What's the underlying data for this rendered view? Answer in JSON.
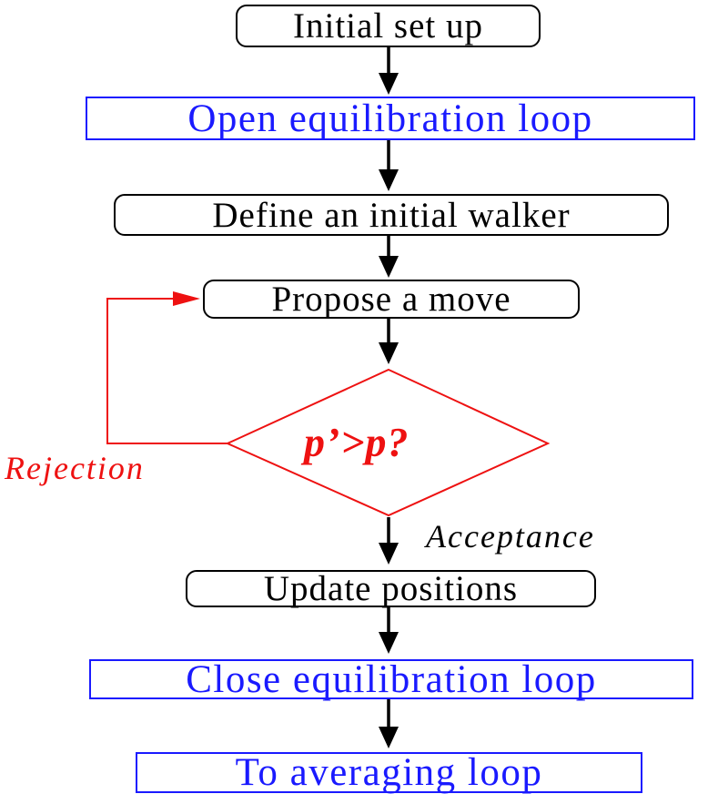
{
  "nodes": {
    "initial_setup": "Initial set up",
    "open_loop": "Open equilibration loop",
    "define_walker": "Define an initial walker",
    "propose_move": "Propose a move",
    "decision": "p’>p?",
    "update_positions": "Update positions",
    "close_loop": "Close equilibration loop",
    "to_averaging": "To averaging loop"
  },
  "edge_labels": {
    "rejection": "Rejection",
    "acceptance": "Acceptance"
  },
  "colors": {
    "process": "#000000",
    "loop_control": "#1a1aff",
    "decision": "#ee1111",
    "rejection_path": "#ee1111"
  }
}
